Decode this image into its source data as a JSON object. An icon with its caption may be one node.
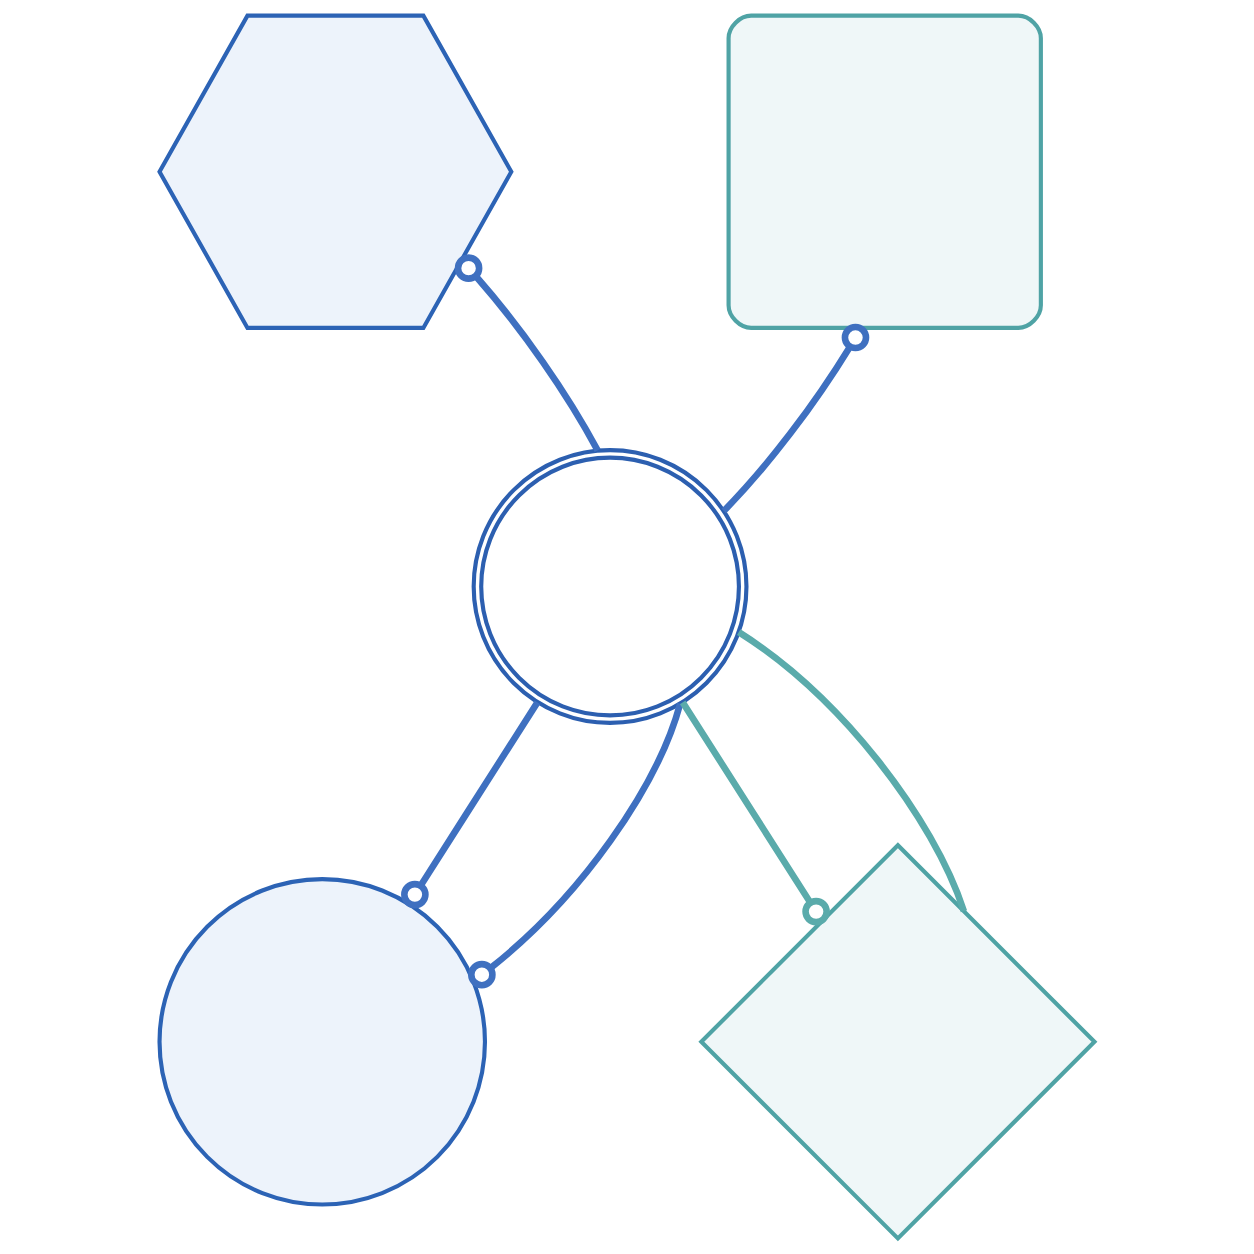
{
  "diagram": {
    "nodes": [
      {
        "text": [],
        "shape": "hexagon"
      },
      {
        "text": [],
        "shape": "box"
      },
      {
        "text": [],
        "shape": "circle"
      },
      {
        "text": [],
        "shape": "circle"
      },
      {
        "text": [],
        "shape": "diamond"
      }
    ],
    "edges": [
      {
        "from": 2,
        "to": 0,
        "arrow": "other"
      },
      {
        "from": 2,
        "to": 1,
        "arrow": "other"
      },
      {
        "from": 2,
        "to": 3,
        "arrow": "other"
      },
      {
        "from": 2,
        "to": 3,
        "arrow": "other"
      },
      {
        "from": 2,
        "to": 4,
        "arrow": "other",
        "color": "#5aabab"
      },
      {
        "from": 2,
        "to": 4,
        "arrow": "none",
        "color": "#5aabab"
      }
    ]
  }
}
